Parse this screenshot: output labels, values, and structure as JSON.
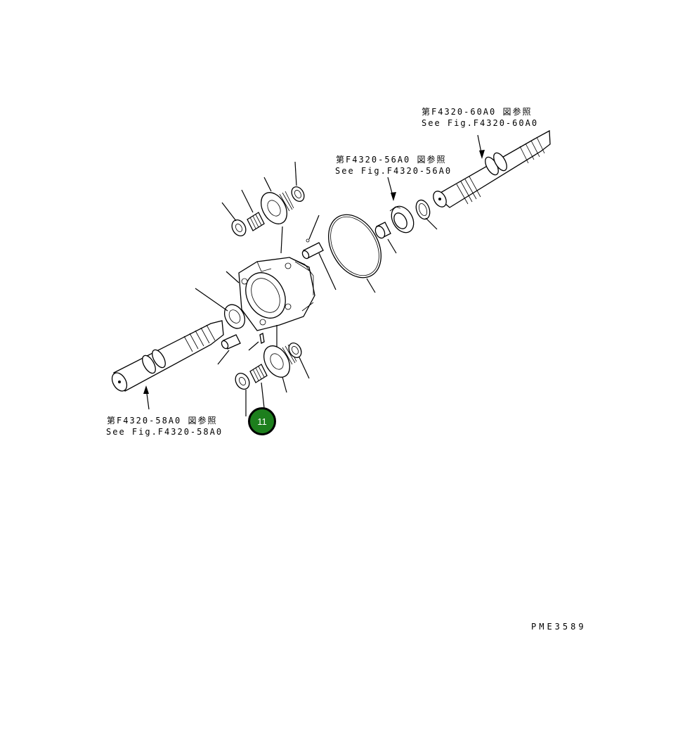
{
  "references": [
    {
      "jp": "第F4320-60A0 図参照",
      "en": "See Fig.F4320-60A0"
    },
    {
      "jp": "第F4320-56A0 図参照",
      "en": "See Fig.F4320-56A0"
    },
    {
      "jp": "第F4320-58A0 図参照",
      "en": "See Fig.F4320-58A0"
    }
  ],
  "callout": {
    "number": "11",
    "color": "#1d7f1d"
  },
  "drawing_code": "PME3589"
}
